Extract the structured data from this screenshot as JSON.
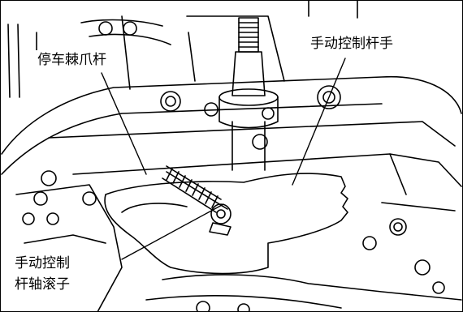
{
  "labels": {
    "parking_pawl_rod": "停车棘爪杆",
    "manual_control_lever": "手动控制杆手",
    "roller_line1": "手动控制",
    "roller_line2": "杆轴滚子"
  },
  "colors": {
    "line": "#000000",
    "background": "#ffffff"
  }
}
